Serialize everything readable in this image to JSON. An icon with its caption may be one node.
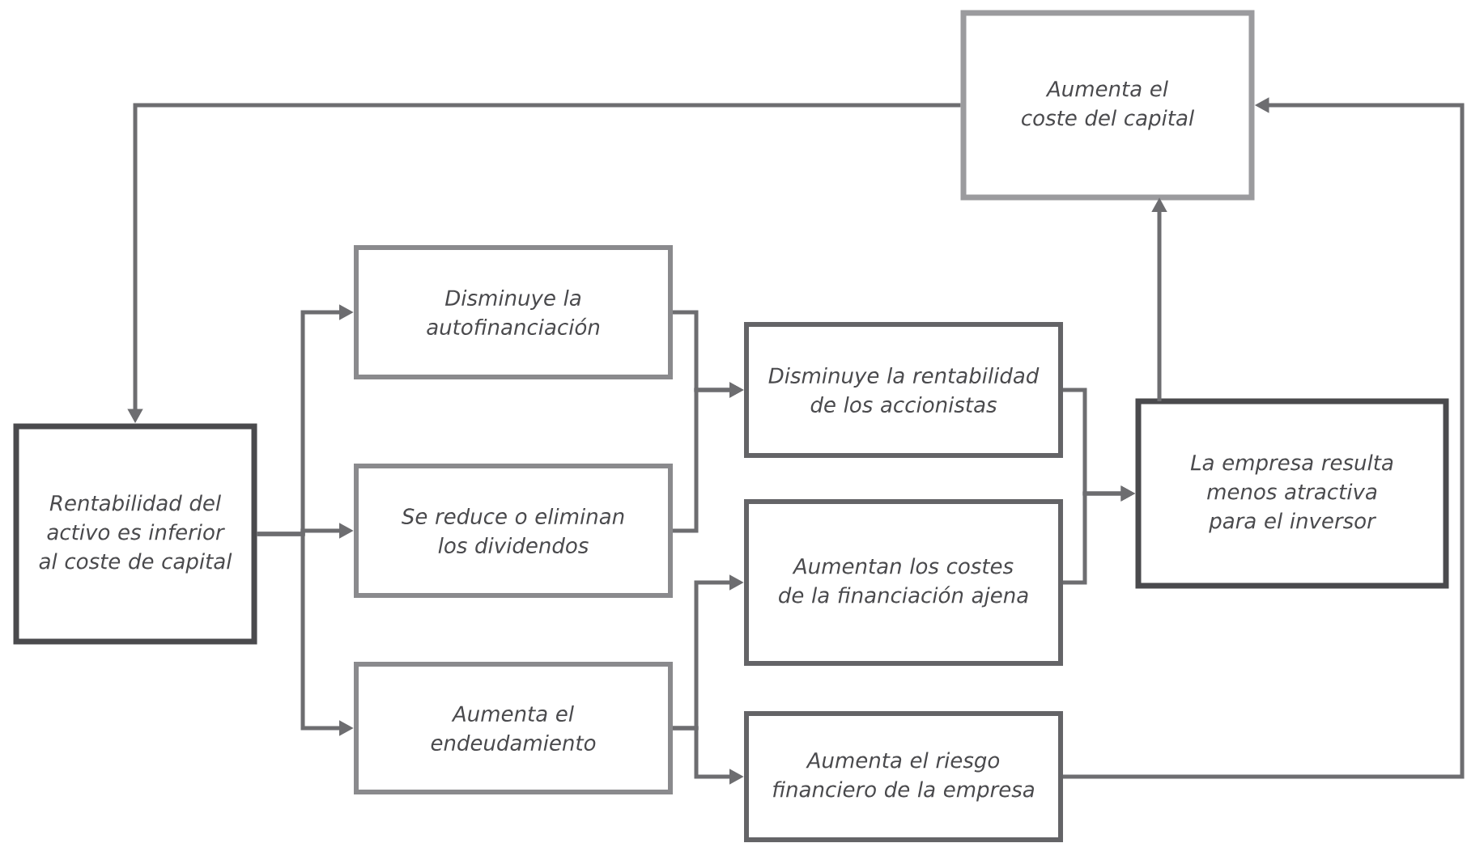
{
  "diagram": {
    "nodes": [
      {
        "text": [
          "Aumenta el coste del capital"
        ]
      },
      {
        "text": [
          "Rentabilidad del activo es inferior al coste de capital"
        ]
      },
      {
        "text": [
          "Disminuye la autofinanciación"
        ]
      },
      {
        "text": [
          "Se reduce o eliminan los dividendos"
        ]
      },
      {
        "text": [
          "Aumenta el endeudamiento"
        ]
      },
      {
        "text": [
          "Disminuye la rentabilidad de los accionistas"
        ]
      },
      {
        "text": [
          "Aumentan los costes de la financiación ajena"
        ]
      },
      {
        "text": [
          "Aumenta el riesgo financiero de la empresa"
        ]
      },
      {
        "text": [
          "La empresa resulta menos atractiva para el inversor"
        ]
      }
    ],
    "edges": [
      {
        "from": 0,
        "to": 1,
        "arrow": "to"
      },
      {
        "from": 1,
        "to": 2,
        "arrow": "to"
      },
      {
        "from": 1,
        "to": 3,
        "arrow": "to"
      },
      {
        "from": 1,
        "to": 4,
        "arrow": "to"
      },
      {
        "from": 2,
        "to": 5,
        "arrow": "to"
      },
      {
        "from": 3,
        "to": 5,
        "arrow": "to"
      },
      {
        "from": 4,
        "to": 6,
        "arrow": "to"
      },
      {
        "from": 4,
        "to": 7,
        "arrow": "to"
      },
      {
        "from": 5,
        "to": 8,
        "arrow": "to"
      },
      {
        "from": 6,
        "to": 8,
        "arrow": "to"
      },
      {
        "from": 8,
        "to": 0,
        "arrow": "to"
      },
      {
        "from": 7,
        "to": 0,
        "arrow": "to"
      }
    ]
  }
}
